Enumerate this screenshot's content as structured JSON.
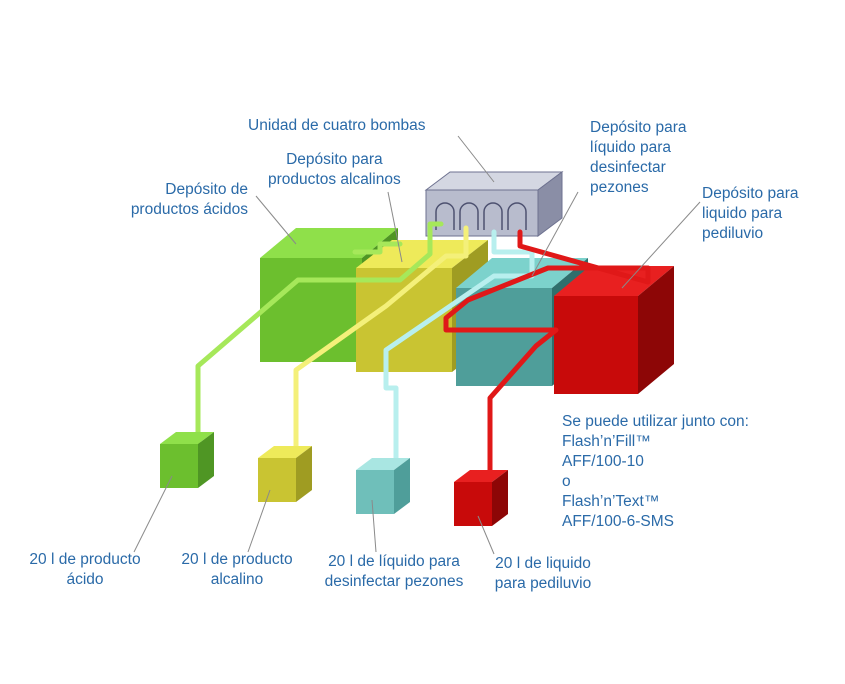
{
  "labels": {
    "pump_unit": "Unidad de cuatro bombas",
    "alkaline_tank": [
      "Depósito para",
      "productos alcalinos"
    ],
    "acid_tank": [
      "Depósito de",
      "productos ácidos"
    ],
    "teat_tank": [
      "Depósito para",
      "líquido para",
      "desinfectar",
      "pezones"
    ],
    "footbath_tank": [
      "Depósito para",
      "liquido para",
      "pediluvio"
    ],
    "compatible": [
      "Se puede utilizar junto con:",
      "Flash’n’Fill™",
      "AFF/100-10",
      "o",
      "Flash’n’Text™",
      "AFF/100-6-SMS"
    ],
    "acid_20l": [
      "20 l de producto",
      "ácido"
    ],
    "alkaline_20l": [
      "20 l de producto",
      "alcalino"
    ],
    "teat_20l": [
      "20 l de líquido para",
      "desinfectar pezones"
    ],
    "footbath_20l": [
      "20 l de liquido",
      "para pediluvio"
    ]
  },
  "colors": {
    "label_text": "#2a6aa8",
    "acid": "#6cbf2e",
    "alkaline": "#d6d23a",
    "teat": "#5fb7b1",
    "footbath": "#d40c0c",
    "pump": "#b8bccd"
  }
}
